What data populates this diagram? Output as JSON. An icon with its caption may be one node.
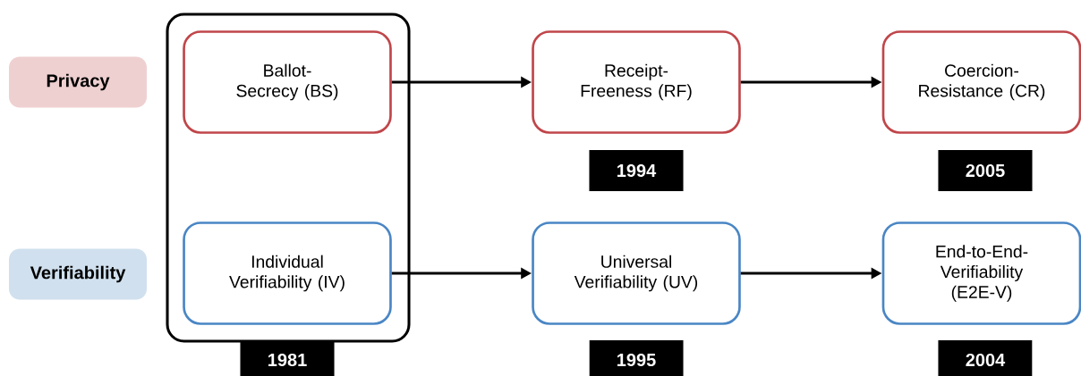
{
  "diagram": {
    "nodes": [
      {
        "text": [
          "Privacy"
        ]
      },
      {
        "text": [],
        "shape": "box"
      },
      {
        "text": [
          "Ballot-Secrecy (BS)"
        ],
        "in": 1
      },
      {
        "text": [
          "Individual Verifiability (IV)"
        ],
        "in": 1
      },
      {
        "text": [
          "Receipt-Freeness (RF)"
        ]
      },
      {
        "text": [
          "Coercion-Resistance (CR)"
        ]
      },
      {
        "text": [
          "1994"
        ]
      },
      {
        "text": [
          "2005"
        ]
      },
      {
        "text": [
          "Verifiability"
        ]
      },
      {
        "text": [
          "Universal Verifiability (UV)"
        ]
      },
      {
        "text": [
          "End-to-End-Verifiability (E2E-V)"
        ]
      },
      {
        "text": [
          "1981"
        ]
      },
      {
        "text": [
          "1995"
        ]
      },
      {
        "text": [
          "2004"
        ]
      }
    ],
    "edges": [
      {
        "from": 2,
        "to": 4,
        "arrow": "to"
      },
      {
        "from": 4,
        "to": 5,
        "arrow": "to"
      },
      {
        "from": 3,
        "to": 9,
        "arrow": "to"
      },
      {
        "from": 9,
        "to": 10,
        "arrow": "to"
      }
    ]
  }
}
